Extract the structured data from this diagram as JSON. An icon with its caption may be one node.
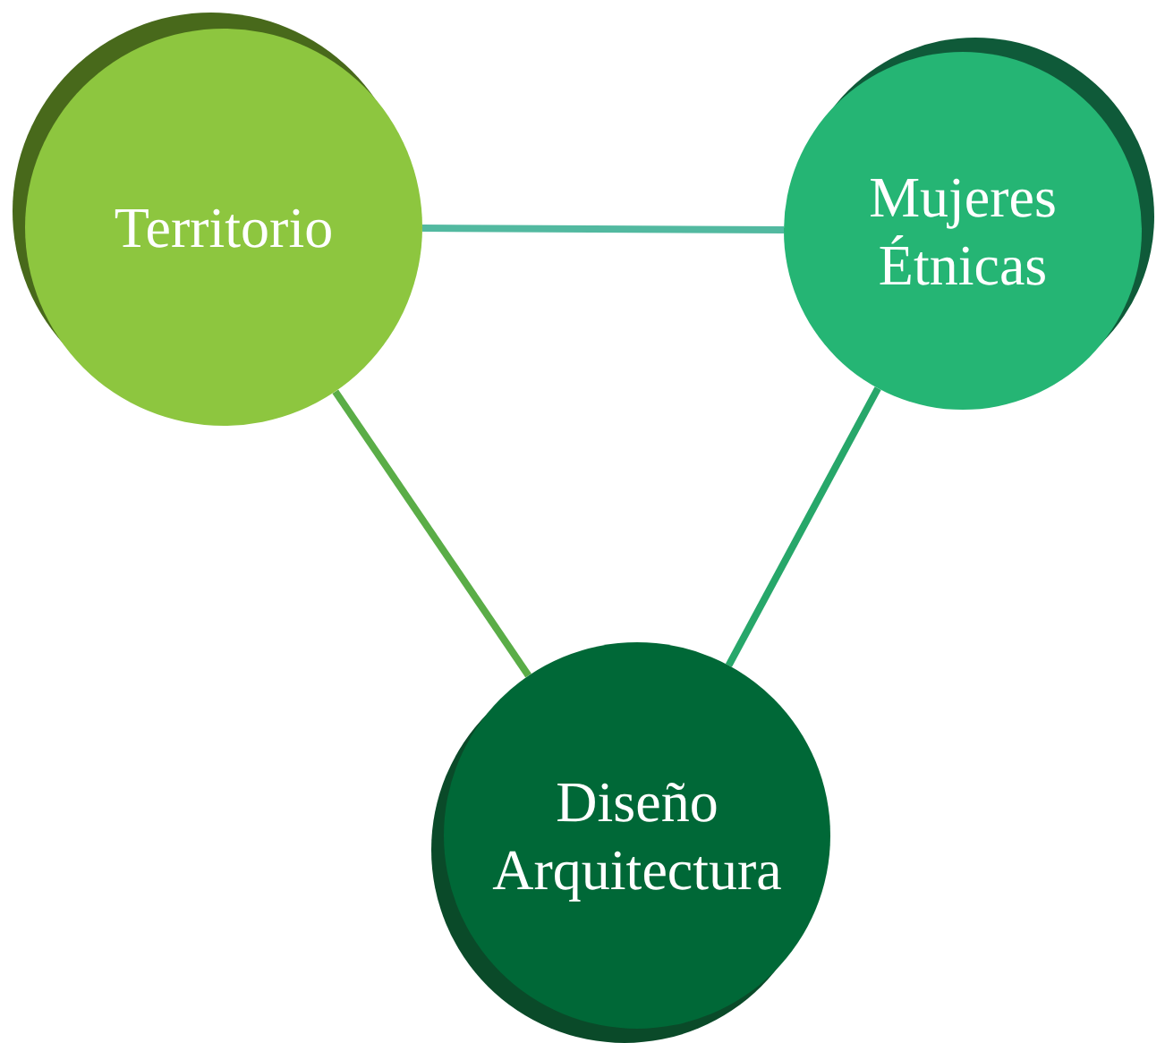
{
  "diagram": {
    "nodes": [
      {
        "text": [
          "Territorio"
        ]
      },
      {
        "text": [
          "Mujeres Étnicas"
        ]
      },
      {
        "text": [
          "Diseño Arquitectura"
        ]
      }
    ],
    "edges": [
      {
        "from": 0,
        "to": 1,
        "arrow": "none"
      },
      {
        "from": 0,
        "to": 2,
        "arrow": "none"
      },
      {
        "from": 1,
        "to": 2,
        "arrow": "none"
      }
    ]
  }
}
